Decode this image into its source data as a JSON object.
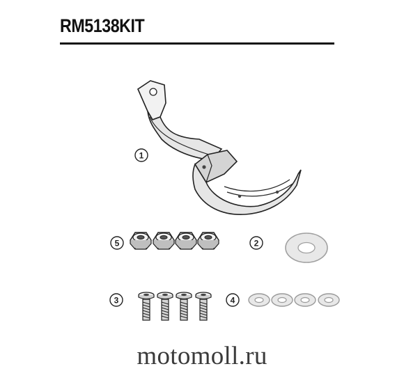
{
  "header": {
    "title": "RM5138KIT"
  },
  "callouts": {
    "bracket": "1",
    "washer_large": "2",
    "bolts": "3",
    "washers_small": "4",
    "nuts": "5"
  },
  "parts": {
    "nuts_count": 4,
    "bolts_count": 4,
    "small_washers_count": 4,
    "large_washers_count": 1
  },
  "watermark": "motomoll.ru"
}
